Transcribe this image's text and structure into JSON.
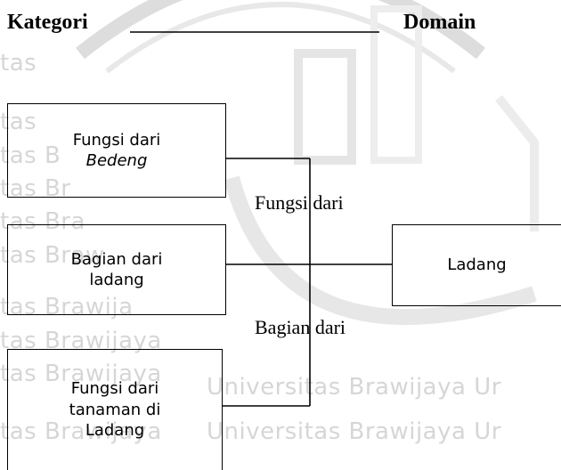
{
  "watermark": {
    "text_lines": [
      "tas",
      "tas",
      "tas B",
      "tas Br",
      "tas Bra",
      "tas Braw",
      "tas Brawija",
      "tas Brawijaya",
      "tas Brawijaya",
      "tas Brawijaya",
      "Universitas Brawijaya Ur",
      "Universitas Brawijaya Ur"
    ]
  },
  "header": {
    "left": "Kategori",
    "right": "Domain"
  },
  "boxes": {
    "box1": {
      "line1": "Fungsi dari",
      "line2": "Bedeng"
    },
    "box2": {
      "line1": "Bagian dari",
      "line2": "ladang"
    },
    "box3": {
      "line1": "Fungsi dari",
      "line2": "tanaman di",
      "line3": "Ladang"
    },
    "domain": {
      "label": "Ladang"
    }
  },
  "relations": {
    "label1": "Fungsi dari",
    "label2": "Bagian dari"
  },
  "colors": {
    "line": "#000000",
    "watermark": "#b4b4b4"
  }
}
